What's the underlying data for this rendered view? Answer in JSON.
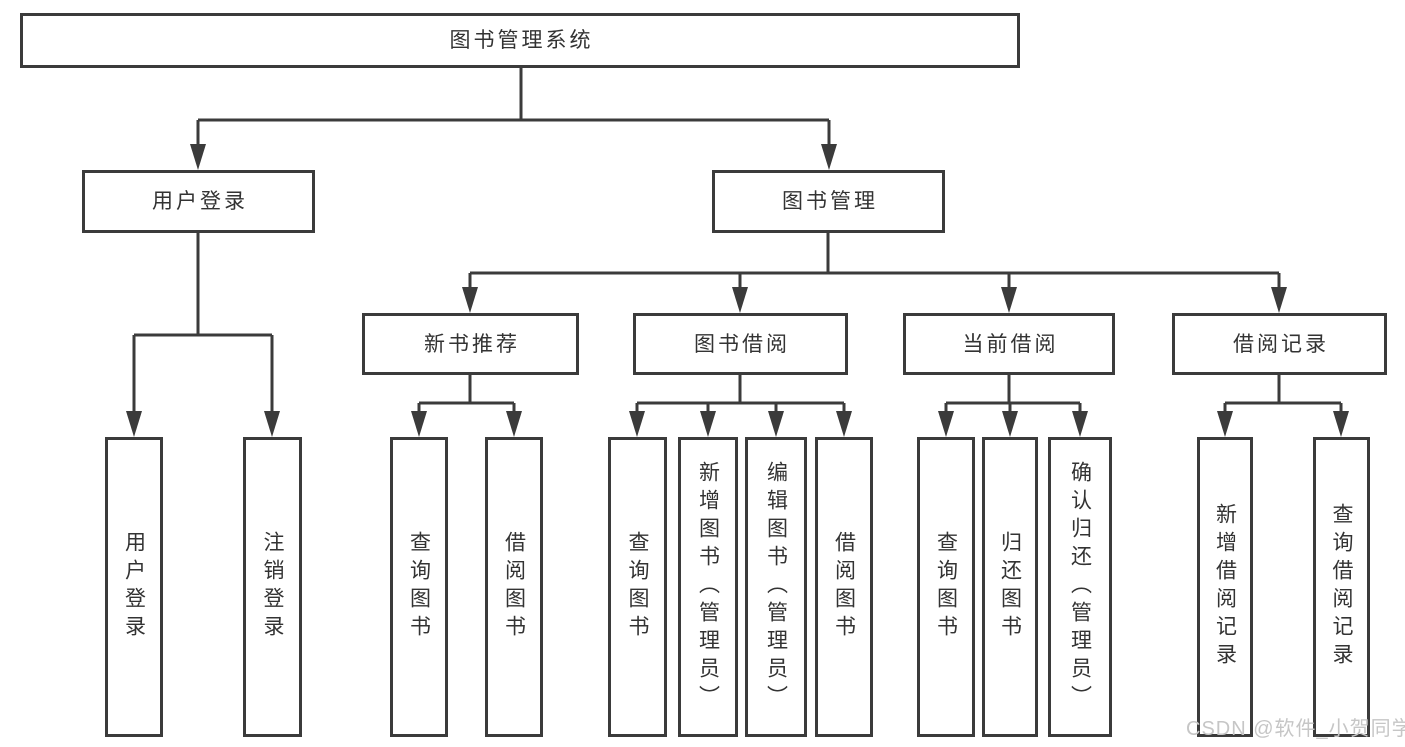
{
  "diagram": {
    "root": {
      "label": "图书管理系统"
    },
    "branches": [
      {
        "label": "用户登录",
        "children": [
          {
            "label": "用户登录"
          },
          {
            "label": "注销登录"
          }
        ]
      },
      {
        "label": "图书管理",
        "children": [
          {
            "label": "新书推荐",
            "children": [
              {
                "label": "查询图书"
              },
              {
                "label": "借阅图书"
              }
            ]
          },
          {
            "label": "图书借阅",
            "children": [
              {
                "label": "查询图书"
              },
              {
                "label": "新增图书（管理员）"
              },
              {
                "label": "编辑图书（管理员）"
              },
              {
                "label": "借阅图书"
              }
            ]
          },
          {
            "label": "当前借阅",
            "children": [
              {
                "label": "查询图书"
              },
              {
                "label": "归还图书"
              },
              {
                "label": "确认归还（管理员）"
              }
            ]
          },
          {
            "label": "借阅记录",
            "children": [
              {
                "label": "新增借阅记录"
              },
              {
                "label": "查询借阅记录"
              }
            ]
          }
        ]
      }
    ]
  },
  "watermark": {
    "text": "CSDN @软件_小贺同学"
  },
  "colors": {
    "background": "#ffffff",
    "line": "#3b3b3b",
    "box_border": "#3b3b3b",
    "text": "#333333",
    "watermark": "#c6c6c6"
  }
}
